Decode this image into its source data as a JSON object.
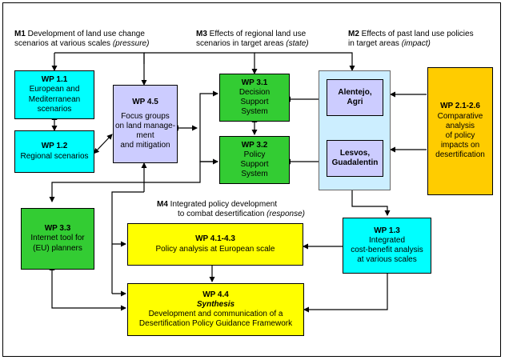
{
  "labels": {
    "m1": {
      "code": "M1",
      "line1": " Development of land use change",
      "line2": "scenarios at various scales ",
      "em": "(pressure)"
    },
    "m3": {
      "code": "M3",
      "line1": " Effects of regional land use",
      "line2": "scenarios in target areas ",
      "em": "(state)"
    },
    "m2": {
      "code": "M2",
      "line1": " Effects of past land use policies",
      "line2": "in target areas ",
      "em": "(impact)"
    },
    "m4": {
      "code": "M4",
      "line1": " Integrated policy development",
      "line2": "to combat desertification ",
      "em": "(response)"
    }
  },
  "boxes": {
    "wp11": {
      "title": "WP 1.1",
      "lines": [
        "European and",
        "Mediterranean",
        "scenarios"
      ]
    },
    "wp12": {
      "title": "WP 1.2",
      "lines": [
        "Regional scenarios"
      ]
    },
    "wp45": {
      "title": "WP 4.5",
      "lines": [
        "Focus groups",
        "on land manage-",
        "ment",
        "and mitigation"
      ]
    },
    "wp31": {
      "title": "WP 3.1",
      "lines": [
        "Decision",
        "Support",
        "System"
      ]
    },
    "wp32": {
      "title": "WP 3.2",
      "lines": [
        "Policy",
        "Support",
        "System"
      ]
    },
    "alentejo": {
      "title": "Alentejo,",
      "title2": "Agri"
    },
    "lesvos": {
      "title": "Lesvos,",
      "title2": "Guadalentin"
    },
    "wp21": {
      "title": "WP 2.1-2.6",
      "lines": [
        "Comparative",
        "analysis",
        "of policy",
        "impacts on",
        "desertification"
      ]
    },
    "wp33": {
      "title": "WP 3.3",
      "lines": [
        "Internet tool for",
        "(EU) planners"
      ]
    },
    "wp41": {
      "title": "WP 4.1-4.3",
      "lines": [
        "Policy analysis at European scale"
      ]
    },
    "wp13": {
      "title": "WP 1.3",
      "lines": [
        "Integrated",
        "cost-benefit analysis",
        "at various scales"
      ]
    },
    "wp44": {
      "title": "WP 4.4",
      "subtitle": "Synthesis",
      "lines": [
        "Development and communication of a",
        "Desertification Policy Guidance Framework"
      ]
    }
  }
}
